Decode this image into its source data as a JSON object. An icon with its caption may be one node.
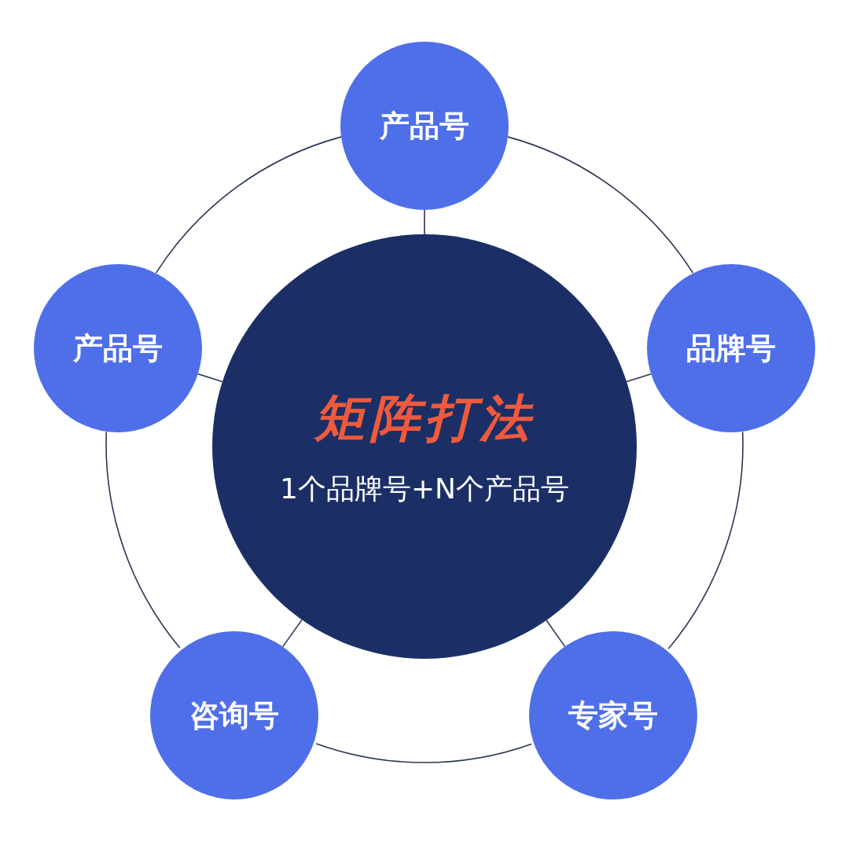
{
  "diagram": {
    "nodes": [
      {
        "text": [
          "产品号"
        ]
      },
      {
        "text": [
          "产品号"
        ]
      },
      {
        "text": [
          "矩阵打法",
          "1个品牌号+N个产品号"
        ]
      },
      {
        "text": [
          "品牌号"
        ]
      },
      {
        "text": [
          "咨询号"
        ]
      },
      {
        "text": [
          "专家号"
        ]
      }
    ],
    "edges": [
      {
        "from": 2,
        "to": 0,
        "arrow": "none"
      },
      {
        "from": 2,
        "to": 1,
        "arrow": "none"
      },
      {
        "from": 2,
        "to": 3,
        "arrow": "none"
      },
      {
        "from": 2,
        "to": 4,
        "arrow": "none"
      },
      {
        "from": 2,
        "to": 5,
        "arrow": "none"
      },
      {
        "from": 0,
        "to": 3,
        "arrow": "none"
      },
      {
        "from": 3,
        "to": 5,
        "arrow": "none"
      },
      {
        "from": 5,
        "to": 4,
        "arrow": "none"
      },
      {
        "from": 4,
        "to": 1,
        "arrow": "none"
      },
      {
        "from": 1,
        "to": 0,
        "arrow": "none"
      }
    ]
  }
}
